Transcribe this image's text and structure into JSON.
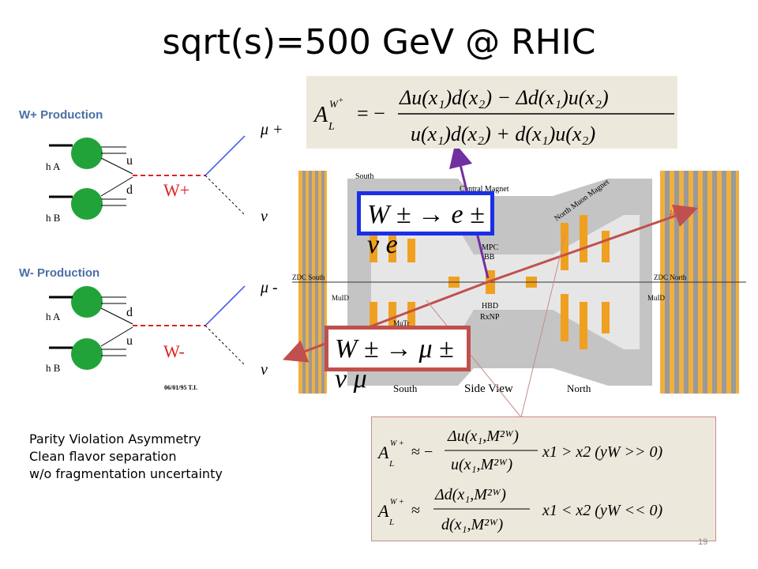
{
  "title": "sqrt(s)=500 GeV @ RHIC",
  "wplus": {
    "heading": "W+ Production",
    "hA": "h A",
    "hB": "h B",
    "quark_top": "u",
    "quark_bot": "d",
    "boson": "W+",
    "lep1": "μ +",
    "lep2": "ν"
  },
  "wminus": {
    "heading": "W- Production",
    "hA": "h A",
    "hB": "h B",
    "quark_top": "d",
    "quark_bot": "u",
    "boson": "W-",
    "lep1": "μ -",
    "lep2": "ν",
    "stamp": "06/01/95 T.I."
  },
  "detector": {
    "south_label": "South",
    "central_magnet": "Central Magnet",
    "north_muon_magnet": "North Muon Magnet",
    "zdc_south": "ZDC South",
    "zdc_north": "ZDC North",
    "mpc": "MPC",
    "bb": "BB",
    "hbd": "HBD",
    "rxnp": "RxNP",
    "muid_left": "MuID",
    "muid_right": "MuID",
    "mutr": "MuTr",
    "bottom_south": "South",
    "side_view": "Side View",
    "bottom_north": "North",
    "muon_mark": "μ ±"
  },
  "boxes": {
    "electron_channel": "W ± → e ± ν e",
    "muon_channel": "W ± → μ ± ν μ"
  },
  "formulas": {
    "top": "A_L^{W+} = − [Δu(x1) d̄(x2) − Δd̄(x1) u(x2)] / [u(x1) d̄(x2) + d̄(x1) u(x2)]",
    "row1_cond": "x1 > x2   (yW >> 0)",
    "row2_cond": "x1 < x2   (yW << 0)"
  },
  "notes": [
    "Parity Violation Asymmetry",
    "Clean flavor separation",
    "w/o fragmentation uncertainty"
  ],
  "page_number": "19"
}
